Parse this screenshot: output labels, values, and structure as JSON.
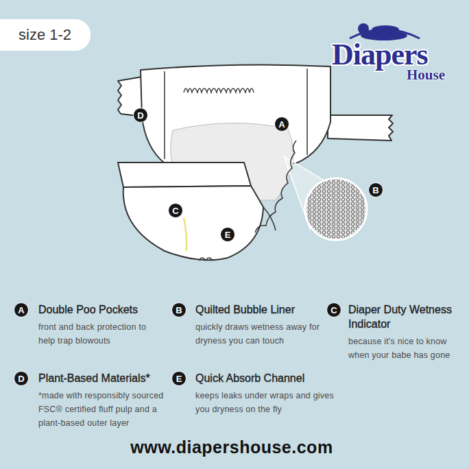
{
  "diagram": {
    "nodes": [
      {
        "text": [
          "size 1-2"
        ]
      },
      {
        "text": [
          "D"
        ]
      },
      {
        "text": [
          "A"
        ]
      },
      {
        "text": [
          "B"
        ]
      },
      {
        "text": [
          "C"
        ]
      },
      {
        "text": [
          "E"
        ]
      },
      {
        "text": [
          "A"
        ]
      },
      {
        "text": [
          "B"
        ]
      },
      {
        "text": [
          "C"
        ]
      },
      {
        "text": [
          "D"
        ]
      },
      {
        "text": [
          "E"
        ]
      }
    ],
    "labels": [
      "Diapers",
      "House",
      "Double Poo Pockets",
      "front and back protection to help trap blowouts",
      "Quilted Bubble Liner",
      "quickly draws wetness away for dryness you can touch",
      "Diaper Duty Wetness Indicator",
      "because it's nice to know when your babe has gone",
      "Plant-Based Materials*",
      "*made with responsibly sourced FSC® certified fluff pulp and a plant-based outer layer",
      "Quick Absorb Channel",
      "keeps leaks under wraps and gives you dryness on the fly",
      "www.diapershouse.com"
    ]
  }
}
